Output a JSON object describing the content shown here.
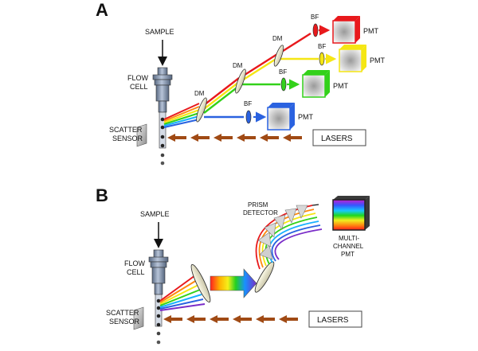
{
  "panels": {
    "a": {
      "letter": "A",
      "sample": "SAMPLE",
      "flow_cell": [
        "FLOW",
        "CELL"
      ],
      "scatter_sensor": [
        "SCATTER",
        "SENSOR"
      ],
      "lasers": "LASERS",
      "dm": "DM",
      "bf": "BF",
      "pmt": "PMT"
    },
    "b": {
      "letter": "B",
      "sample": "SAMPLE",
      "flow_cell": [
        "FLOW",
        "CELL"
      ],
      "scatter_sensor": [
        "SCATTER",
        "SENSOR"
      ],
      "lasers": "LASERS",
      "prism_detector": [
        "PRISM",
        "DETECTOR"
      ],
      "multichannel_pmt": [
        "MULTI-",
        "CHANNEL",
        "PMT"
      ]
    }
  },
  "colors": {
    "red": "#e8191c",
    "yellow": "#f5e614",
    "green": "#33d11a",
    "blue": "#2a62e0",
    "laser_arrow": "#a04a14",
    "flow_cell": "#7d8ea8"
  }
}
